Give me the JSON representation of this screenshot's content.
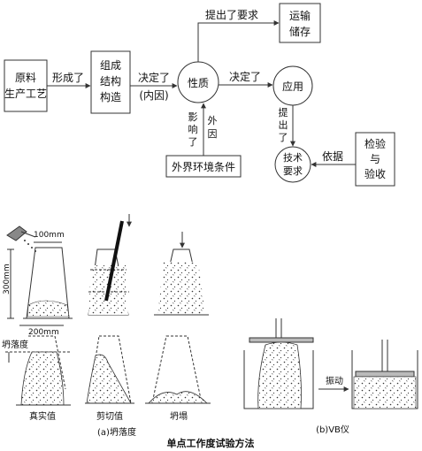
{
  "flow": {
    "raw_material": [
      "原料",
      "生产工艺"
    ],
    "composition": [
      "组成",
      "结构",
      "构造"
    ],
    "properties": "性质",
    "transport": [
      "运输",
      "储存"
    ],
    "application": "应用",
    "tech_req": [
      "技术",
      "要求"
    ],
    "inspection": [
      "检验",
      "与",
      "验收"
    ],
    "environment": "外界环境条件",
    "edge_formed": "形成了",
    "edge_decided": "决定了",
    "edge_internal": "(内因)",
    "edge_req": "提出了要求",
    "edge_decided2": "决定了",
    "edge_influence": [
      "影",
      "响",
      "了"
    ],
    "edge_external": [
      "外",
      "因"
    ],
    "edge_proposed": [
      "提",
      "出",
      "了"
    ],
    "edge_basis": "依据"
  },
  "figure": {
    "dim_top": "100mm",
    "dim_height": "300mm",
    "dim_bottom": "200mm",
    "slump_label": "坍落度",
    "true_value": "真实值",
    "shear_value": "剪切值",
    "collapse": "坍塌",
    "caption_a": "(a)坍落度",
    "caption_b": "(b)VB仪",
    "vibrate": "振动"
  },
  "title": "单点工作度试验方法"
}
